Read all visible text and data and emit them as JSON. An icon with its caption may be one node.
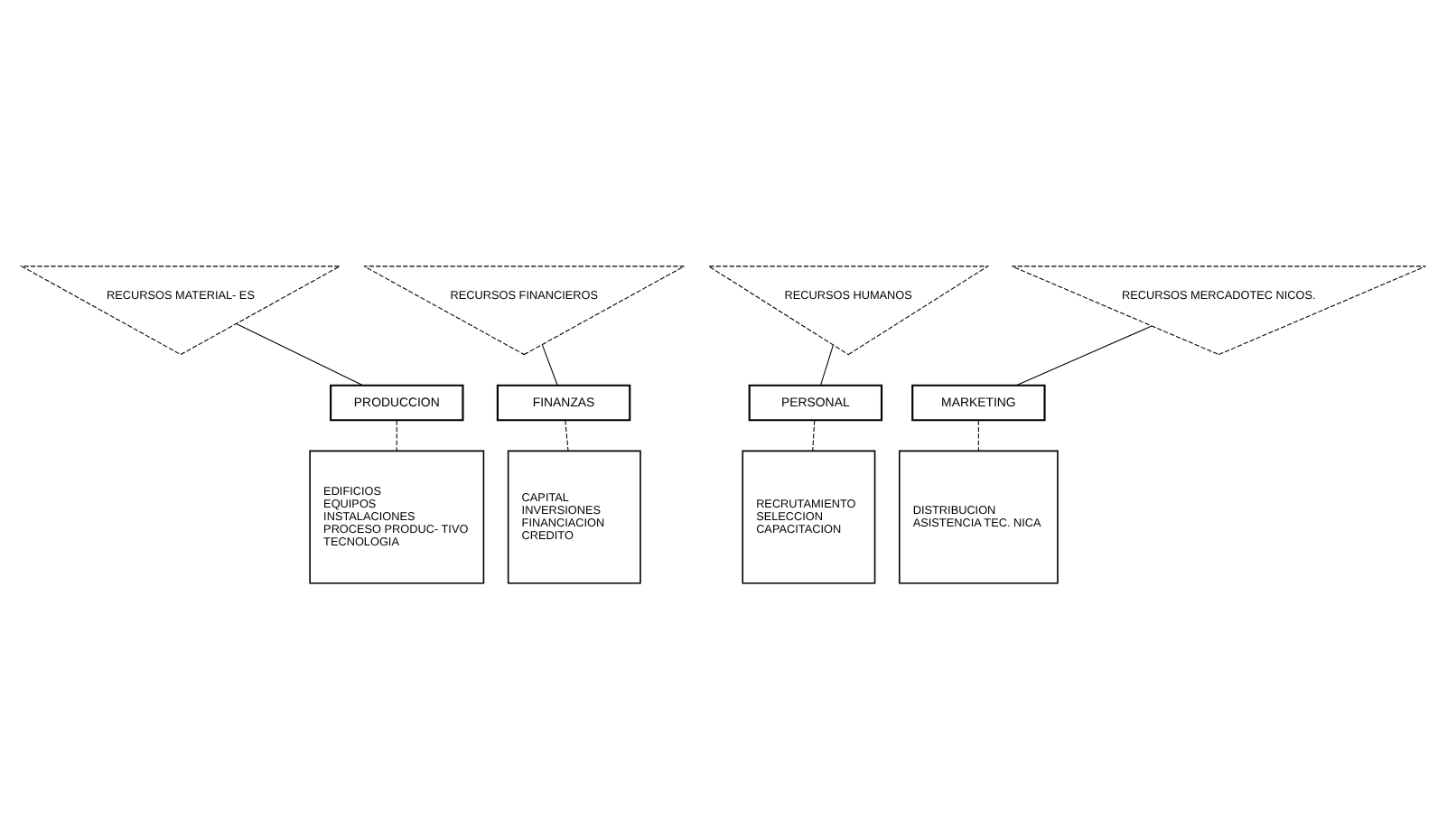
{
  "diagram": {
    "nodes": [
      {
        "text": [
          "RECURSOS MATERIAL- ES"
        ]
      },
      {
        "text": [
          "RECURSOS FINANCIEROS"
        ]
      },
      {
        "text": [
          "RECURSOS HUMANOS"
        ]
      },
      {
        "text": [
          "RECURSOS MERCADOTEC NICOS."
        ]
      },
      {
        "text": [
          "PRODUCCION"
        ]
      },
      {
        "text": [
          "FINANZAS"
        ]
      },
      {
        "text": [
          "PERSONAL"
        ]
      },
      {
        "text": [
          "MARKETING"
        ]
      },
      {
        "text": [
          "EDIFICIOS",
          "EQUIPOS",
          "INSTALACIONES",
          "PROCESO PRODUC- TIVO",
          "TECNOLOGIA"
        ]
      },
      {
        "text": [
          "CAPITAL",
          "INVERSIONES",
          "FINANCIACION",
          "CREDITO"
        ]
      },
      {
        "text": [
          "RECRUTAMIENTO",
          "SELECCION",
          "CAPACITACION"
        ]
      },
      {
        "text": [
          "DISTRIBUCION",
          "ASISTENCIA TEC. NICA"
        ]
      }
    ],
    "edges": [
      {
        "from": 0,
        "to": 4,
        "arrow": "none"
      },
      {
        "from": 1,
        "to": 5,
        "arrow": "none"
      },
      {
        "from": 2,
        "to": 6,
        "arrow": "none"
      },
      {
        "from": 3,
        "to": 7,
        "arrow": "none"
      },
      {
        "from": 4,
        "to": 8,
        "arrow": "none",
        "style": "dashed"
      },
      {
        "from": 5,
        "to": 9,
        "arrow": "none",
        "style": "dashed"
      },
      {
        "from": 6,
        "to": 10,
        "arrow": "none",
        "style": "dashed"
      },
      {
        "from": 7,
        "to": 11,
        "arrow": "none",
        "style": "dashed"
      }
    ]
  }
}
